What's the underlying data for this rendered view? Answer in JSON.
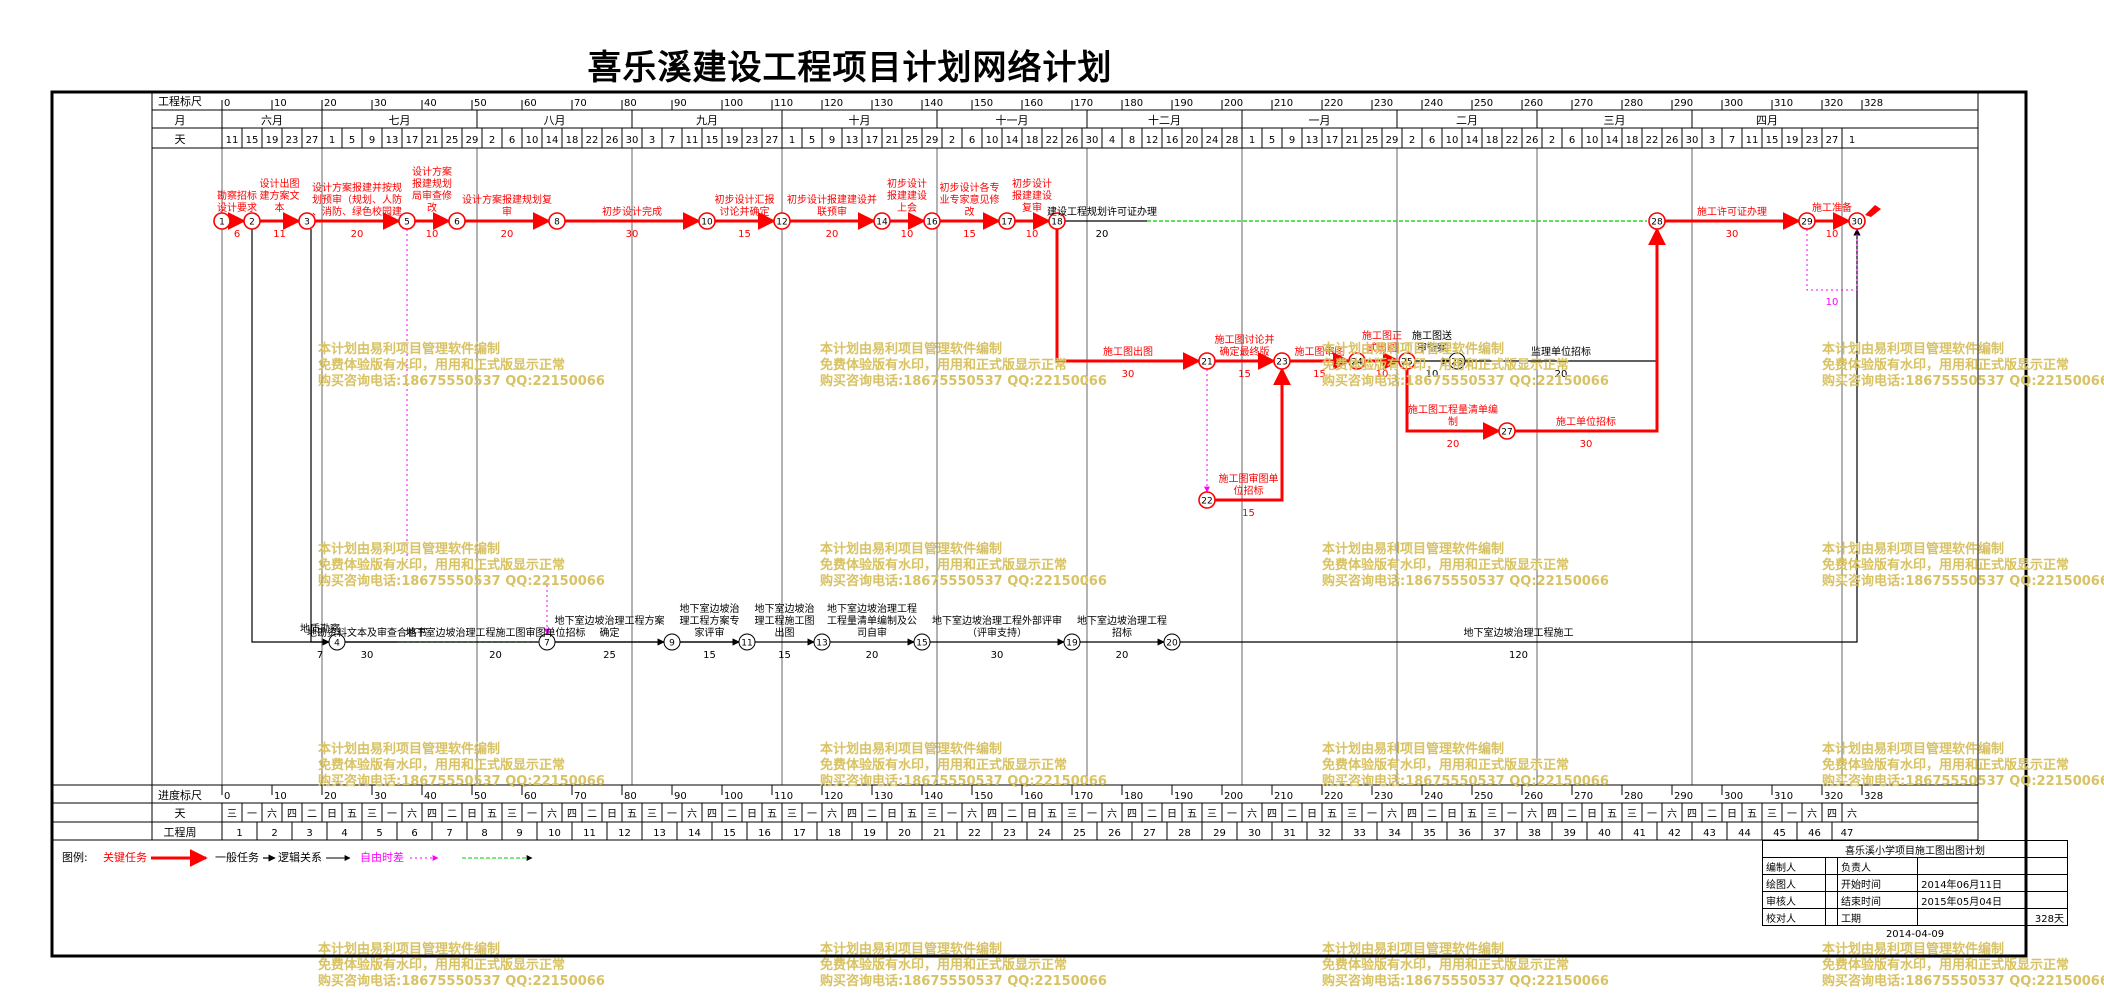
{
  "title": "喜乐溪建设工程项目计划网络计划",
  "header": {
    "scale_label": "工程标尺",
    "month_label": "月",
    "day_label": "天",
    "ticks": [
      "0",
      "10",
      "20",
      "30",
      "40",
      "50",
      "60",
      "70",
      "80",
      "90",
      "100",
      "110",
      "120",
      "130",
      "140",
      "150",
      "160",
      "170",
      "180",
      "190",
      "200",
      "210",
      "220",
      "230",
      "240",
      "250",
      "260",
      "270",
      "280",
      "290",
      "300",
      "310",
      "320",
      "328"
    ],
    "months": [
      "六月",
      "七月",
      "八月",
      "九月",
      "十月",
      "十一月",
      "十二月",
      "一月",
      "二月",
      "三月",
      "四月"
    ],
    "month_starts": [
      0,
      20,
      51,
      82,
      112,
      143,
      173,
      204,
      235,
      263,
      294,
      324
    ],
    "days": [
      "11",
      "15",
      "19",
      "23",
      "27",
      "1",
      "5",
      "9",
      "13",
      "17",
      "21",
      "25",
      "29",
      "2",
      "6",
      "10",
      "14",
      "18",
      "22",
      "26",
      "30",
      "3",
      "7",
      "11",
      "15",
      "19",
      "23",
      "27",
      "1",
      "5",
      "9",
      "13",
      "17",
      "21",
      "25",
      "29",
      "2",
      "6",
      "10",
      "14",
      "18",
      "22",
      "26",
      "30",
      "4",
      "8",
      "12",
      "16",
      "20",
      "24",
      "28",
      "1",
      "5",
      "9",
      "13",
      "17",
      "21",
      "25",
      "29",
      "2",
      "6",
      "10",
      "14",
      "18",
      "22",
      "26",
      "2",
      "6",
      "10",
      "14",
      "18",
      "22",
      "26",
      "30",
      "3",
      "7",
      "11",
      "15",
      "19",
      "23",
      "27",
      "1"
    ]
  },
  "footer": {
    "scale_label": "进度标尺",
    "weekday_label": "天",
    "week_label": "工程周",
    "weekdays": [
      "三",
      "一",
      "六",
      "四",
      "二",
      "日",
      "五",
      "三",
      "一",
      "六",
      "四",
      "二",
      "日",
      "五",
      "三",
      "一",
      "六",
      "四",
      "二",
      "日",
      "五",
      "三",
      "一",
      "六",
      "四",
      "二",
      "日",
      "五",
      "三",
      "一",
      "六",
      "四",
      "二",
      "日",
      "五",
      "三",
      "一",
      "六",
      "四",
      "二",
      "日",
      "五",
      "三",
      "一",
      "六",
      "四",
      "二",
      "日",
      "五",
      "三",
      "一",
      "六",
      "四",
      "二",
      "日",
      "五",
      "三",
      "一",
      "六",
      "四",
      "二",
      "日",
      "五",
      "三",
      "一",
      "六",
      "四",
      "二",
      "日",
      "五",
      "三",
      "一",
      "六",
      "四",
      "二",
      "日",
      "五",
      "三",
      "一",
      "六",
      "四",
      "六"
    ],
    "weeks": [
      "1",
      "2",
      "3",
      "4",
      "5",
      "6",
      "7",
      "8",
      "9",
      "10",
      "11",
      "12",
      "13",
      "14",
      "15",
      "16",
      "17",
      "18",
      "19",
      "20",
      "21",
      "22",
      "23",
      "24",
      "25",
      "26",
      "27",
      "28",
      "29",
      "30",
      "31",
      "32",
      "33",
      "34",
      "35",
      "36",
      "37",
      "38",
      "39",
      "40",
      "41",
      "42",
      "43",
      "44",
      "45",
      "46",
      "47"
    ]
  },
  "legend": {
    "label": "图例:",
    "items": [
      {
        "label": "关键任务",
        "color": "#ff0000"
      },
      {
        "label": "一般任务",
        "color": "#000000"
      },
      {
        "label": "逻辑关系",
        "color": "#000000"
      },
      {
        "label": "自由时差",
        "color": "#ff00ff"
      },
      {
        "label": "",
        "color": "#00cc00"
      }
    ]
  },
  "info_box": {
    "title": "喜乐溪小学项目施工图出图计划",
    "editor": "编制人",
    "responsible": "负责人",
    "drawer": "绘图人",
    "start_label": "开始时间",
    "start": "2014年06月11日",
    "reviewer": "审核人",
    "end_label": "结束时间",
    "end": "2015年05月04日",
    "checker": "校对人",
    "duration_label": "工期",
    "duration": "328天",
    "date": "2014-04-09"
  },
  "watermark": {
    "line1": "本计划由易利项目管理软件编制",
    "line2": "免费体验版有水印，用用和正式版显示正常",
    "line3": "购买咨询电话:18675550537 QQ:22150066"
  },
  "colors": {
    "critical": "#ff0000",
    "normal": "#000000",
    "free_float": "#ff00ff",
    "slack": "#00cc00",
    "watermark": "#d8c264"
  },
  "network": {
    "nodes": [
      {
        "id": "1",
        "t": 0,
        "lane": 0
      },
      {
        "id": "2",
        "t": 6,
        "lane": 0
      },
      {
        "id": "3",
        "t": 17,
        "lane": 0
      },
      {
        "id": "5",
        "t": 37,
        "lane": 0
      },
      {
        "id": "6",
        "t": 47,
        "lane": 0
      },
      {
        "id": "8",
        "t": 67,
        "lane": 0
      },
      {
        "id": "10",
        "t": 97,
        "lane": 0
      },
      {
        "id": "12",
        "t": 112,
        "lane": 0
      },
      {
        "id": "14",
        "t": 132,
        "lane": 0
      },
      {
        "id": "16",
        "t": 142,
        "lane": 0
      },
      {
        "id": "17",
        "t": 157,
        "lane": 0
      },
      {
        "id": "18",
        "t": 167,
        "lane": 0
      },
      {
        "id": "28",
        "t": 287,
        "lane": 0
      },
      {
        "id": "29",
        "t": 317,
        "lane": 0
      },
      {
        "id": "30",
        "t": 327,
        "lane": 0
      },
      {
        "id": "21",
        "t": 197,
        "lane": 1
      },
      {
        "id": "23",
        "t": 212,
        "lane": 1
      },
      {
        "id": "24",
        "t": 227,
        "lane": 1
      },
      {
        "id": "25",
        "t": 237,
        "lane": 1
      },
      {
        "id": "26",
        "t": 247,
        "lane": 1
      },
      {
        "id": "27",
        "t": 257,
        "lane": 2
      },
      {
        "id": "22",
        "t": 197,
        "lane": 3
      },
      {
        "id": "4",
        "t": 23,
        "lane": 4
      },
      {
        "id": "7",
        "t": 65,
        "lane": 4
      },
      {
        "id": "9",
        "t": 90,
        "lane": 4
      },
      {
        "id": "11",
        "t": 105,
        "lane": 4
      },
      {
        "id": "13",
        "t": 120,
        "lane": 4
      },
      {
        "id": "15",
        "t": 140,
        "lane": 4
      },
      {
        "id": "19",
        "t": 170,
        "lane": 4
      },
      {
        "id": "20",
        "t": 190,
        "lane": 4
      }
    ],
    "tasks": [
      {
        "from": "1",
        "to": "2",
        "dur": "6",
        "name": "勘察招标设计要求",
        "kind": "critical",
        "vertical": true
      },
      {
        "from": "2",
        "to": "3",
        "dur": "11",
        "name": "设计出图建方案文本",
        "kind": "critical",
        "vertical": true
      },
      {
        "from": "3",
        "to": "5",
        "dur": "20",
        "name": "设计方案报建并按规划预审（规划、人防、消防、绿色校园建等）",
        "kind": "critical"
      },
      {
        "from": "5",
        "to": "6",
        "dur": "10",
        "name": "设计方案报建规划局审查修改",
        "kind": "critical",
        "vertical": true
      },
      {
        "from": "6",
        "to": "8",
        "dur": "20",
        "name": "设计方案报建规划复审",
        "kind": "critical"
      },
      {
        "from": "8",
        "to": "10",
        "dur": "30",
        "name": "初步设计完成",
        "kind": "critical"
      },
      {
        "from": "10",
        "to": "12",
        "dur": "15",
        "name": "初步设计汇报讨论并确定",
        "kind": "critical"
      },
      {
        "from": "12",
        "to": "14",
        "dur": "20",
        "name": "初步设计报建建设并联预审",
        "kind": "critical"
      },
      {
        "from": "14",
        "to": "16",
        "dur": "10",
        "name": "初步设计报建建设上会",
        "kind": "critical",
        "vertical": true
      },
      {
        "from": "16",
        "to": "17",
        "dur": "15",
        "name": "初步设计各专业专家意见修改",
        "kind": "critical"
      },
      {
        "from": "17",
        "to": "18",
        "dur": "10",
        "name": "初步设计报建建设复审",
        "kind": "critical",
        "vertical": true
      },
      {
        "from": "18",
        "to": "28",
        "dur": "20",
        "name": "建设工程规划许可证办理",
        "kind": "normal",
        "slack": true
      },
      {
        "from": "28",
        "to": "29",
        "dur": "30",
        "name": "施工许可证办理",
        "kind": "critical"
      },
      {
        "from": "29",
        "to": "30",
        "dur": "10",
        "name": "施工准备",
        "kind": "critical",
        "vertical": true
      },
      {
        "from": "18",
        "to": "21",
        "dur": "30",
        "name": "施工图出图",
        "kind": "critical",
        "route": true
      },
      {
        "from": "21",
        "to": "23",
        "dur": "15",
        "name": "施工图讨论并确定最终版",
        "kind": "critical"
      },
      {
        "from": "23",
        "to": "24",
        "dur": "15",
        "name": "施工图审图",
        "kind": "critical"
      },
      {
        "from": "24",
        "to": "25",
        "dur": "10",
        "name": "施工图正式出图",
        "kind": "critical",
        "vertical": true
      },
      {
        "from": "25",
        "to": "26",
        "dur": "10",
        "name": "施工图送审备案",
        "kind": "normal",
        "vertical": true
      },
      {
        "from": "26",
        "to": "28",
        "dur": "20",
        "name": "监理单位招标",
        "kind": "normal",
        "slack": true
      },
      {
        "from": "25",
        "to": "27",
        "dur": "20",
        "name": "施工图工程量清单编制",
        "kind": "critical",
        "route": true
      },
      {
        "from": "27",
        "to": "28",
        "dur": "30",
        "name": "施工单位招标",
        "kind": "critical",
        "route": true
      },
      {
        "from": "22",
        "to": "23",
        "dur": "15",
        "name": "施工图审图单位招标",
        "kind": "critical",
        "route": true
      },
      {
        "from": "4",
        "to": "7",
        "dur": "30",
        "name": "地勘资料文本及审查合格书",
        "kind": "normal",
        "slack": true
      },
      {
        "from": "7",
        "to": "9",
        "dur": "25",
        "name": "地下室边坡治理工程方案确定",
        "kind": "normal"
      },
      {
        "from": "9",
        "to": "11",
        "dur": "15",
        "name": "地下室边坡治理工程方案专家评审",
        "kind": "normal"
      },
      {
        "from": "11",
        "to": "13",
        "dur": "15",
        "name": "地下室边坡治理工程施工图出图",
        "kind": "normal"
      },
      {
        "from": "13",
        "to": "15",
        "dur": "20",
        "name": "地下室边坡治理工程工程量清单编制及公司自审",
        "kind": "normal"
      },
      {
        "from": "15",
        "to": "19",
        "dur": "30",
        "name": "地下室边坡治理工程外部评审（评审支持）",
        "kind": "normal"
      },
      {
        "from": "19",
        "to": "20",
        "dur": "20",
        "name": "地下室边坡治理工程招标",
        "kind": "normal"
      },
      {
        "from": "20",
        "to": "30",
        "dur": "120",
        "name": "地下室边坡治理工程施工",
        "kind": "normal",
        "slack": true
      },
      {
        "from": "3",
        "to": "4",
        "dur": "7",
        "name": "地质勘察",
        "kind": "normal",
        "vertical": true
      },
      {
        "from": "2",
        "to": "11",
        "dur": "20",
        "name": "地下室边坡治理工程施工图审图单位招标",
        "kind": "normal",
        "route": true
      }
    ]
  }
}
